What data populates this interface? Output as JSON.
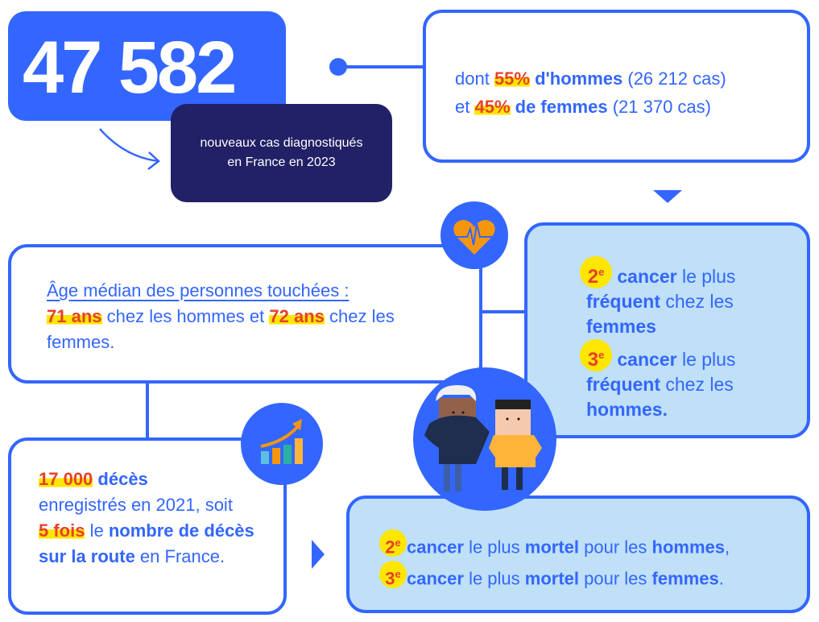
{
  "headline": {
    "number": "47 582",
    "caption": "nouveaux cas diagnostiqués en France en 2023"
  },
  "gender_split": {
    "line1": {
      "prefix": "dont ",
      "pct": "55%",
      "label": " d'hommes",
      "count": " (26 212 cas)"
    },
    "line2": {
      "prefix": "et ",
      "pct": "45%",
      "label": " de femmes",
      "count": " (21 370 cas)"
    }
  },
  "median_age": {
    "title": "Âge médian des personnes touchées :",
    "men_age": "71 ans",
    "mid": " chez les hommes et ",
    "women_age": "72 ans",
    "end": " chez les femmes."
  },
  "frequency": {
    "women_rank": "2",
    "men_rank": "3",
    "suffix": "e",
    "cancer": "cancer",
    "le_plus": " le plus",
    "frequent": "fréquent",
    "chez_les": " chez les",
    "women": "femmes",
    "men": "hommes."
  },
  "deaths": {
    "count": "17 000",
    "count_label": " décès",
    "line2": "enregistrés en 2021, soit",
    "times": "5 fois",
    "t1": " le ",
    "t2": "nombre de décès sur la route",
    "t3": " en France."
  },
  "mortality": {
    "men_rank": "2",
    "women_rank": "3",
    "suffix": "e",
    "cancer": "cancer",
    "le_plus": " le plus ",
    "mortel": "mortel",
    "pour_les": " pour les ",
    "men": "hommes",
    "women": "femmes",
    "comma": ",",
    "period": "."
  },
  "colors": {
    "blue": "#3366ff",
    "navy": "#222066",
    "light_blue": "#bfe0f7",
    "red": "#e8402a",
    "yellow": "#ffe600",
    "orange": "#f5960f"
  }
}
